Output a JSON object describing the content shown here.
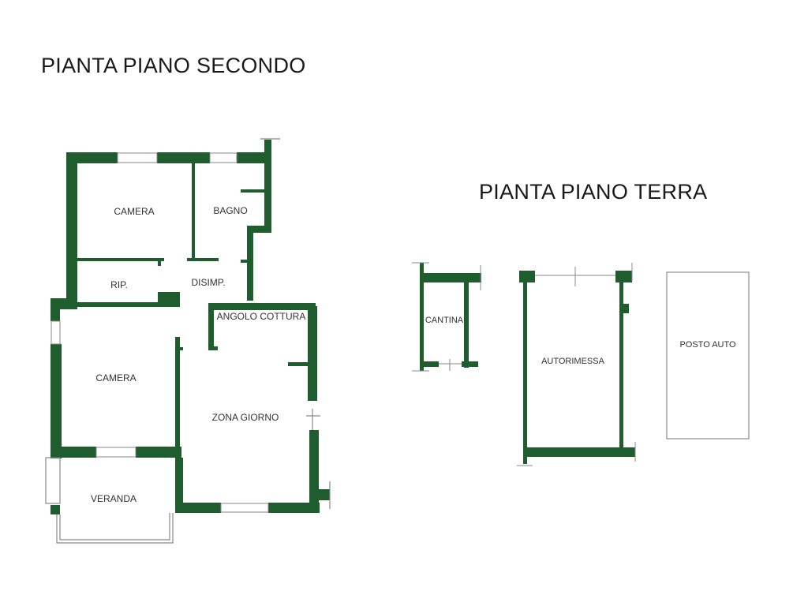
{
  "colors": {
    "wall": "#1f5c2e",
    "background": "#ffffff",
    "text": "#333333",
    "outline": "#888888"
  },
  "plans": {
    "second_floor": {
      "title": "PIANTA PIANO SECONDO",
      "rooms": {
        "camera_top": "CAMERA",
        "bagno": "BAGNO",
        "rip": "RIP.",
        "disimp": "DISIMP.",
        "angolo_cottura": "ANGOLO COTTURA",
        "camera_bottom": "CAMERA",
        "zona_giorno": "ZONA GIORNO",
        "veranda": "VERANDA"
      }
    },
    "ground_floor": {
      "title": "PIANTA PIANO TERRA",
      "rooms": {
        "cantina": "CANTINA",
        "autorimessa": "AUTORIMESSA",
        "posto_auto": "POSTO AUTO"
      }
    }
  }
}
